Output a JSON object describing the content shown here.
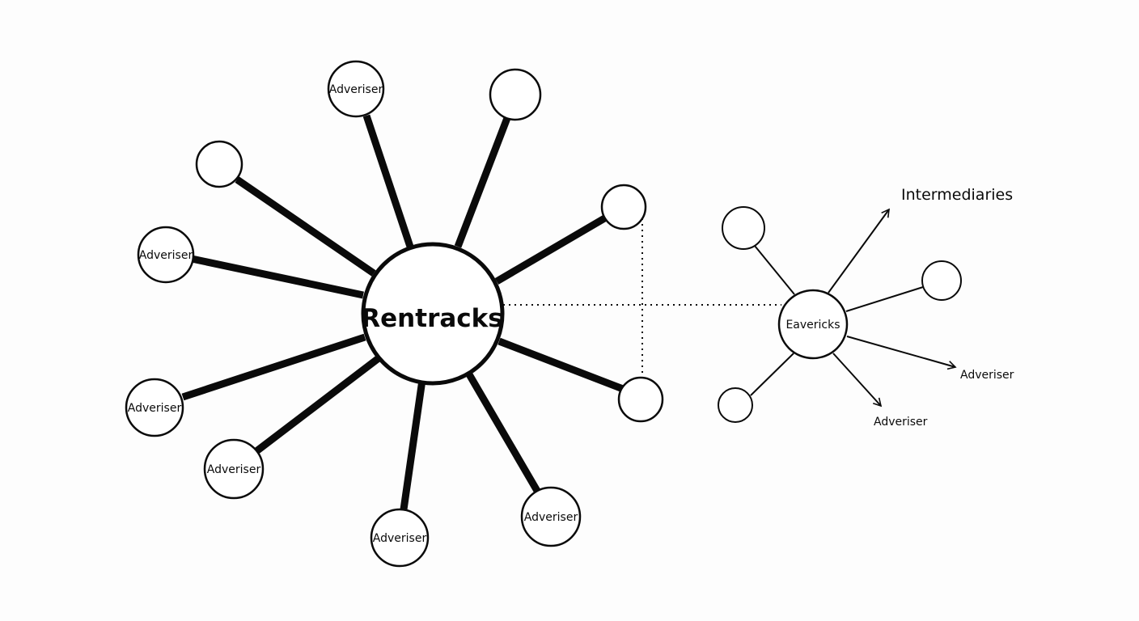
{
  "diagram": {
    "type": "network",
    "colors": {
      "stroke": "#0a0a0a",
      "node_fill": "#ffffff",
      "background": "#fdfdfd"
    },
    "main_hub": {
      "label": "Rentracks",
      "spokes": [
        {
          "label": "Adveriser"
        },
        {
          "label": ""
        },
        {
          "label": ""
        },
        {
          "label": "Adveriser"
        },
        {
          "label": ""
        },
        {
          "label": "Adveriser"
        },
        {
          "label": "Adveriser"
        },
        {
          "label": "Adveriser"
        },
        {
          "label": "Adveriser"
        },
        {
          "label": ""
        }
      ]
    },
    "secondary_hub": {
      "label": "Eavericks",
      "spokes": [
        {
          "label": ""
        },
        {
          "label": ""
        },
        {
          "label": ""
        }
      ],
      "arrows": [
        {
          "label": "Intermediaries"
        },
        {
          "label": "Adveriser"
        },
        {
          "label": "Adveriser"
        }
      ]
    },
    "connection": {
      "style": "dotted",
      "from": "Rentracks",
      "to": "Eavericks"
    }
  }
}
